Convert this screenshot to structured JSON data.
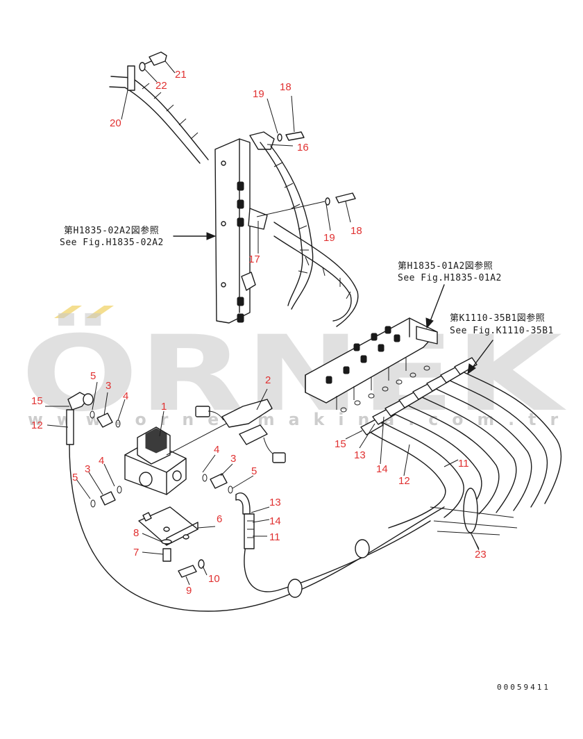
{
  "watermark": {
    "brand": "ÖRNEK",
    "url": "w w w . o r n e k m a k i n a . c o m . t r",
    "color_text": "#c8c8c8",
    "color_accent": "#f0d060"
  },
  "references": [
    {
      "ja": "第H1835-02A2図参照",
      "en": "See Fig.H1835-02A2"
    },
    {
      "ja": "第H1835-01A2図参照",
      "en": "See Fig.H1835-01A2"
    },
    {
      "ja": "第K1110-35B1図参照",
      "en": "See Fig.K1110-35B1"
    }
  ],
  "callout_color": "#e03030",
  "callouts": [
    "21",
    "22",
    "20",
    "19",
    "18",
    "16",
    "19",
    "18",
    "17",
    "2",
    "1",
    "5",
    "3",
    "4",
    "15",
    "12",
    "4",
    "3",
    "5",
    "5",
    "3",
    "4",
    "13",
    "14",
    "11",
    "6",
    "8",
    "7",
    "10",
    "9",
    "15",
    "13",
    "14",
    "12",
    "11",
    "23"
  ],
  "drawing_number": "00059411"
}
